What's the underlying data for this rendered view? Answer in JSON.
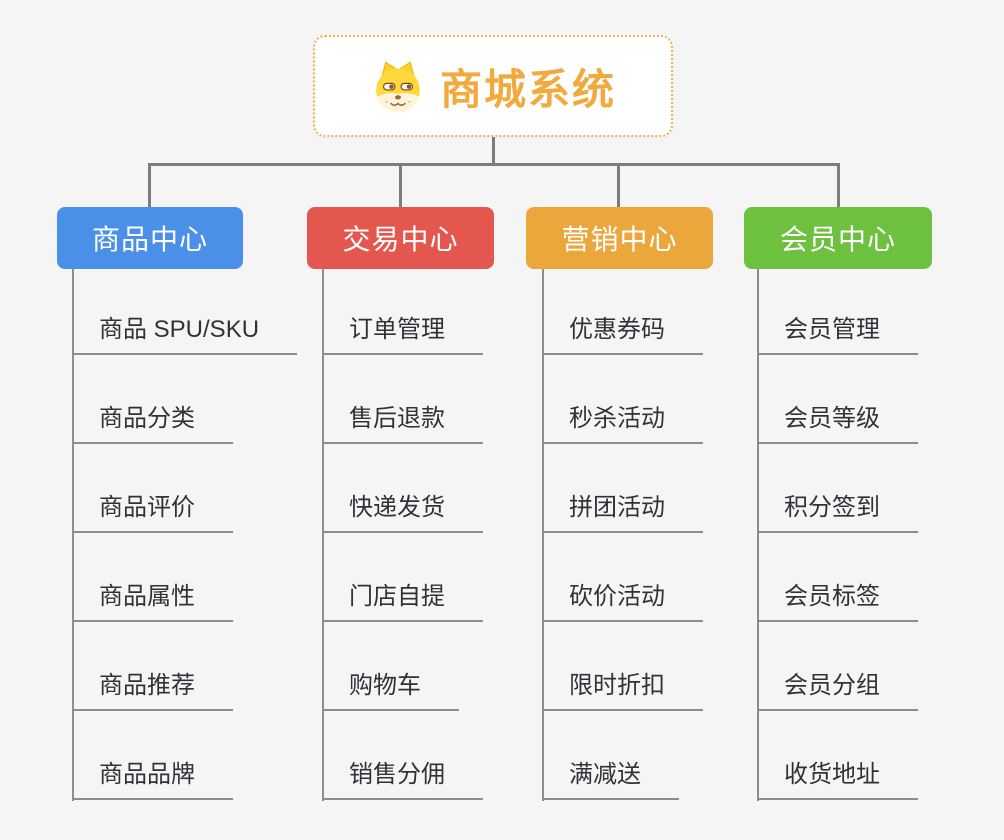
{
  "root": {
    "title": "商城系统",
    "icon": "shiba-dog-icon"
  },
  "branches": [
    {
      "label": "商品中心",
      "color": "#4a90e8",
      "items": [
        "商品 SPU/SKU",
        "商品分类",
        "商品评价",
        "商品属性",
        "商品推荐",
        "商品品牌"
      ]
    },
    {
      "label": "交易中心",
      "color": "#e4574f",
      "items": [
        "订单管理",
        "售后退款",
        "快递发货",
        "门店自提",
        "购物车",
        "销售分佣"
      ]
    },
    {
      "label": "营销中心",
      "color": "#eba73b",
      "items": [
        "优惠券码",
        "秒杀活动",
        "拼团活动",
        "砍价活动",
        "限时折扣",
        "满减送"
      ]
    },
    {
      "label": "会员中心",
      "color": "#6ec13e",
      "items": [
        "会员管理",
        "会员等级",
        "积分签到",
        "会员标签",
        "会员分组",
        "收货地址"
      ]
    }
  ],
  "colors": {
    "background": "#f5f5f6",
    "root_border": "#f2b04c",
    "root_text": "#f2a93d",
    "connector_line": "#7d7d7d",
    "item_underline": "#8d8d8d",
    "item_text": "#2f3338",
    "branch_text": "#ffffff"
  }
}
